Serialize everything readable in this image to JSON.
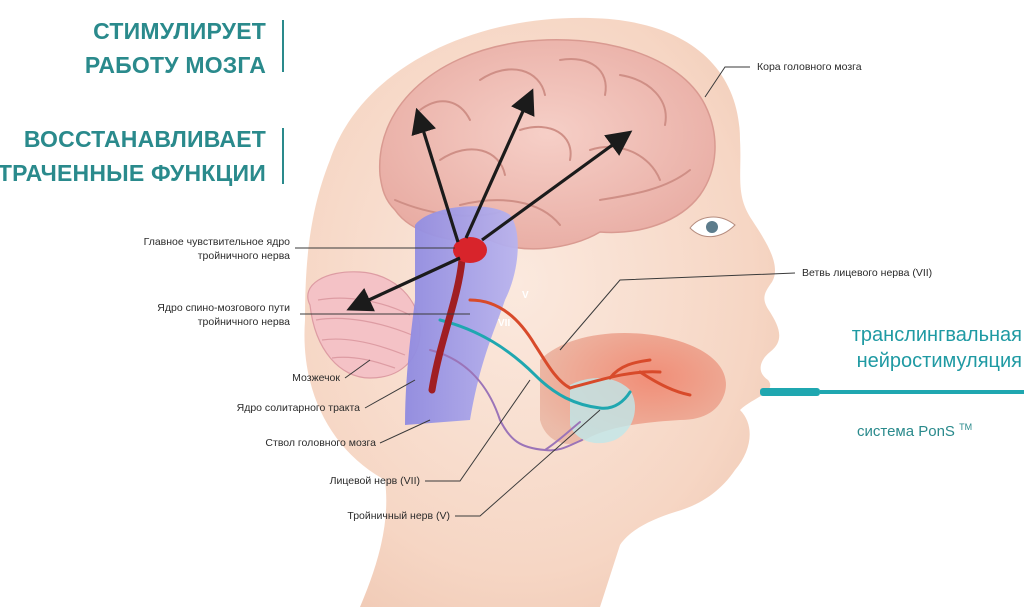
{
  "headlines": {
    "stimulates": [
      "СТИМУЛИРУЕТ",
      "РАБОТУ МОЗГА"
    ],
    "restores": [
      "ВОССТАНАВЛИВАЕТ",
      "УТРАЧЕННЫЕ ФУНКЦИИ"
    ]
  },
  "labels_left": {
    "main_sensory_nucleus": [
      "Главное чувствительное ядро",
      "тройничного нерва"
    ],
    "spinal_nucleus": [
      "Ядро спино-мозгового пути",
      "тройничного нерва"
    ],
    "cerebellum": "Мозжечок",
    "solitary_nucleus": "Ядро солитарного тракта",
    "brainstem": "Ствол головного мозга",
    "facial_nerve": "Лицевой нерв (VII)",
    "trigeminal_nerve": "Тройничный нерв (V)"
  },
  "labels_right": {
    "cortex": "Кора головного мозга",
    "facial_branch": "Ветвь лицевого нерва (VII)"
  },
  "nerve_tags": {
    "v": "V",
    "vii": "VII"
  },
  "product": {
    "method": [
      "транслингвальная",
      "нейростимуляция"
    ],
    "system": "система PonS",
    "trademark": "TM"
  },
  "colors": {
    "teal": "#2a8a8c",
    "teal_light": "#1f9aa3",
    "skin": "#f6dccc",
    "brain": "#f0bfb7",
    "brainstem": "#a9a4e6",
    "nucleus_red": "#d8242b",
    "nerve_red": "#d84a2a",
    "nerve_teal": "#1fa7b0"
  }
}
